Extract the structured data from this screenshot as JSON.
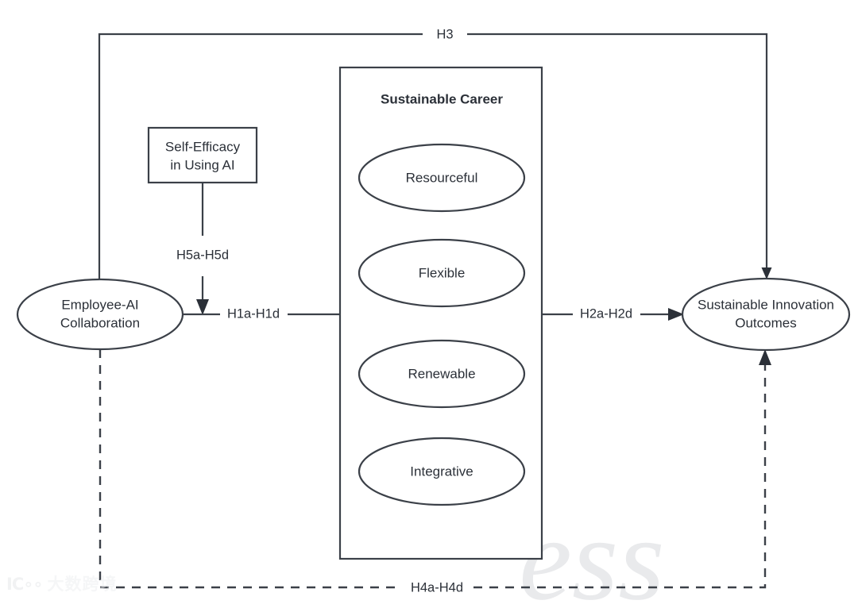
{
  "diagram": {
    "type": "conceptual-model",
    "title": "",
    "nodes": {
      "antecedent": {
        "id": "employee-ai-collaboration",
        "shape": "ellipse",
        "line1": "Employee-AI",
        "line2": "Collaboration"
      },
      "moderator": {
        "id": "self-efficacy-in-using-ai",
        "shape": "rectangle",
        "line1": "Self-Efficacy",
        "line2": "in Using AI"
      },
      "mediator_group": {
        "id": "sustainable-career",
        "shape": "rectangle-container",
        "title": "Sustainable Career",
        "items": [
          {
            "id": "resourceful",
            "label": "Resourceful"
          },
          {
            "id": "flexible",
            "label": "Flexible"
          },
          {
            "id": "renewable",
            "label": "Renewable"
          },
          {
            "id": "integrative",
            "label": "Integrative"
          }
        ]
      },
      "outcome": {
        "id": "sustainable-innovation-outcomes",
        "shape": "ellipse",
        "line1": "Sustainable Innovation",
        "line2": "Outcomes"
      }
    },
    "paths": [
      {
        "id": "h1",
        "label": "H1a-H1d",
        "from": "employee-ai-collaboration",
        "to": "sustainable-career",
        "style": "solid",
        "arrow": false
      },
      {
        "id": "h2",
        "label": "H2a-H2d",
        "from": "sustainable-career",
        "to": "sustainable-innovation-outcomes",
        "style": "solid",
        "arrow": true
      },
      {
        "id": "h3",
        "label": "H3",
        "from": "employee-ai-collaboration",
        "to": "sustainable-innovation-outcomes",
        "style": "solid",
        "arrow": true
      },
      {
        "id": "h4",
        "label": "H4a-H4d",
        "from": "employee-ai-collaboration",
        "to": "sustainable-innovation-outcomes",
        "style": "dashed",
        "arrow": true
      },
      {
        "id": "h5",
        "label": "H5a-H5d",
        "from": "self-efficacy-in-using-ai",
        "to": "h1",
        "style": "solid",
        "arrow": true
      }
    ],
    "colors": {
      "stroke": "#3b4048",
      "text": "#2b3038",
      "background": "#ffffff",
      "watermark": "#e9eaec"
    },
    "watermark": {
      "brand_mark": "IC∘∘",
      "brand_text": "大数跨境",
      "background_text": "ess"
    }
  }
}
